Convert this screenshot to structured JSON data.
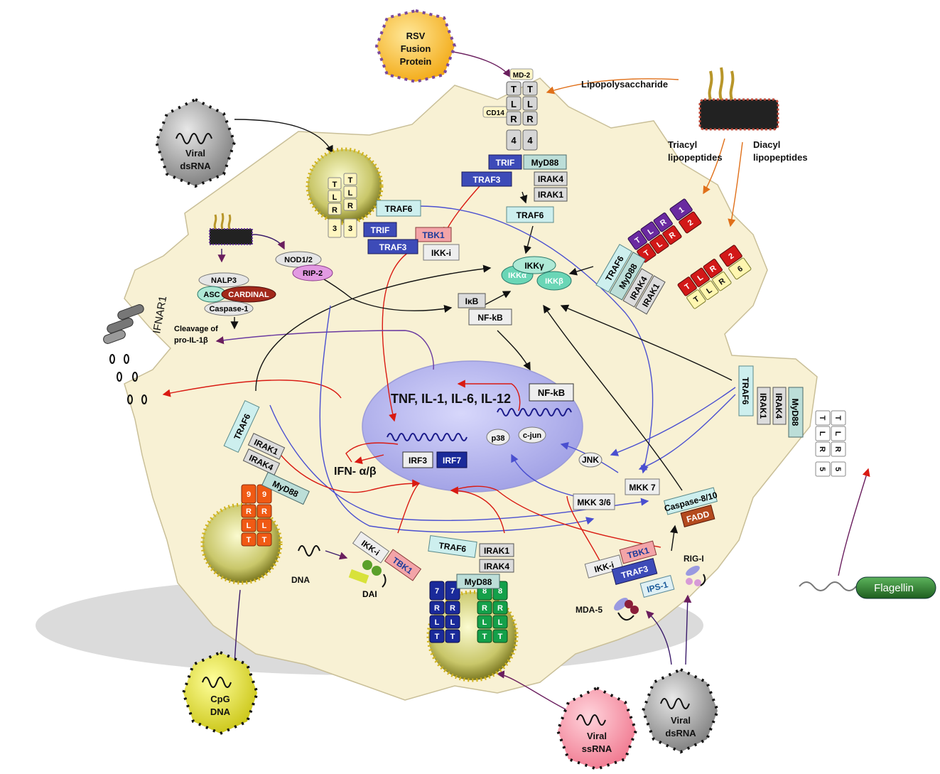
{
  "ligands": {
    "rsv": [
      "RSV",
      "Fusion",
      "Protein"
    ],
    "viral_dsrna_top": [
      "Viral",
      "dsRNA"
    ],
    "lipopolysaccharide": "Lipopolysaccharide",
    "triacyl": [
      "Triacyl",
      "lipopeptides"
    ],
    "diacyl": [
      "Diacyl",
      "lipopeptides"
    ],
    "flagellin": "Flagellin",
    "viral_ssrna": [
      "Viral",
      "ssRNA"
    ],
    "viral_dsrna_bottom": [
      "Viral",
      "dsRNA"
    ],
    "cpg_dna": [
      "CpG",
      "DNA"
    ],
    "dna": "DNA"
  },
  "receptors": {
    "tlr4": {
      "md2": "MD-2",
      "cd14": "CD14",
      "letters": [
        "T",
        "L",
        "R",
        "4"
      ]
    },
    "tlr3": {
      "letters": [
        "T",
        "L",
        "R",
        "3"
      ]
    },
    "tlr1": {
      "letters": [
        "T",
        "L",
        "R",
        "1"
      ]
    },
    "tlr2": {
      "letters": [
        "T",
        "L",
        "R",
        "2"
      ]
    },
    "tlr6": {
      "letters": [
        "T",
        "L",
        "R",
        "6"
      ]
    },
    "tlr5": {
      "letters": [
        "T",
        "L",
        "R",
        "5"
      ]
    },
    "tlr9": {
      "letters": [
        "T",
        "L",
        "R",
        "9"
      ]
    },
    "tlr7": {
      "letters": [
        "T",
        "L",
        "R",
        "7"
      ]
    },
    "tlr8": {
      "letters": [
        "T",
        "L",
        "R",
        "8"
      ]
    },
    "ifnar1": "IFNAR1"
  },
  "adaptors": {
    "trif_top": "TRIF",
    "myd88_top": "MyD88",
    "traf3_top": "TRAF3",
    "irak4_top": "IRAK4",
    "irak1_top": "IRAK1",
    "traf6_top_center": "TRAF6",
    "traf6_top_left": "TRAF6",
    "trif_mid": "TRIF",
    "tbk1_mid": "TBK1",
    "traf3_mid": "TRAF3",
    "ikki_mid": "IKK-i",
    "traf6_tlr2": "TRAF6",
    "myd88_tlr2": "MyD88",
    "irak4_tlr2": "IRAK4",
    "irak1_tlr2": "IRAK1",
    "traf6_tlr5": "TRAF6",
    "irak1_tlr5": "IRAK1",
    "irak4_tlr5": "IRAK4",
    "myd88_tlr5": "MyD88",
    "traf6_tlr9": "TRAF6",
    "irak1_tlr9": "IRAK1",
    "irak4_tlr9": "IRAK4",
    "myd88_tlr9": "MyD88",
    "ikki_dai": "IKK-i",
    "tbk1_dai": "TBK1",
    "dai": "DAI",
    "traf6_tlr78": "TRAF6",
    "irak1_tlr78": "IRAK1",
    "irak4_tlr78": "IRAK4",
    "myd88_tlr78": "MyD88",
    "ikki_ips": "IKK-i",
    "tbk1_ips": "TBK1",
    "traf3_ips": "TRAF3",
    "ips1": "IPS-1",
    "caspase810": "Caspase-8/10",
    "fadd": "FADD",
    "rig_i": "RIG-I",
    "mda5": "MDA-5",
    "mkk36": "MKK 3/6",
    "mkk7": "MKK 7",
    "jnk": "JNK"
  },
  "ikk_complex": {
    "gamma": "IKKγ",
    "alpha": "IKKα",
    "beta": "IKKβ"
  },
  "nfkb_complex": {
    "ikb": "IκB",
    "nfkb": "NF-kB"
  },
  "inflammasome": {
    "nod": "NOD1/2",
    "rip2": "RIP-2",
    "nalp3": "NALP3",
    "asc": "ASC",
    "cardinal": "CARDINAL",
    "caspase1": "Caspase-1",
    "cleavage": [
      "Cleavage of",
      "pro-IL-1β"
    ]
  },
  "nucleus": {
    "cytokines": "TNF, IL-1, IL-6, IL-12",
    "nfkb": "NF-kB",
    "p38": "p38",
    "cjun": "c-jun",
    "irf3": "IRF3",
    "irf7": "IRF7"
  },
  "outputs": {
    "ifn": "IFN- α/β"
  },
  "colors": {
    "cell": "#f8f1d4",
    "nucleus": "#b9b9ee",
    "trif": "#3d4bb8",
    "myd88": "#bcded8",
    "traf6": "#cdefee",
    "tbk1": "#f3a4a8",
    "red_arrow": "#d91a12",
    "blue_arrow": "#4a4fd0"
  }
}
